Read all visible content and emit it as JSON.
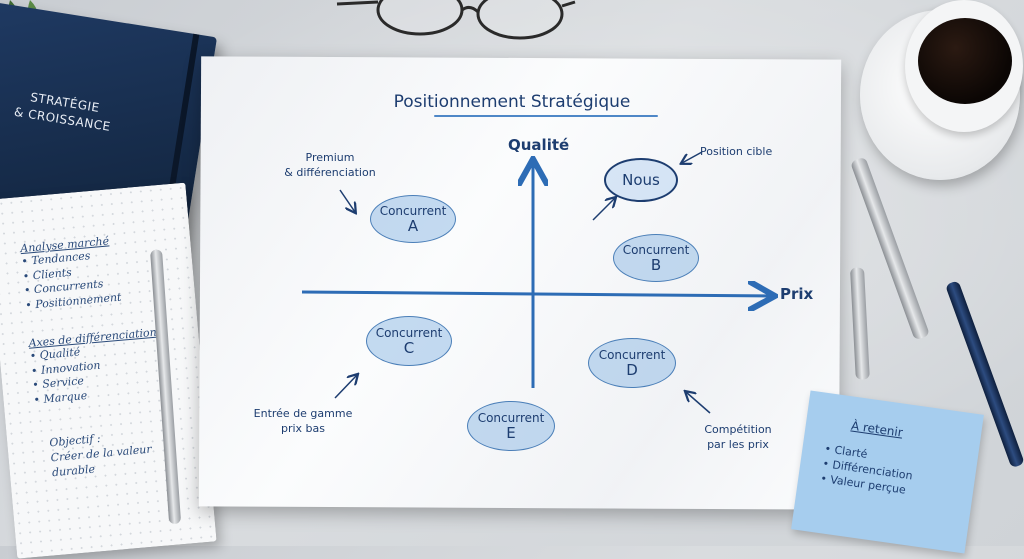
{
  "book": {
    "title_line1": "STRATÉGIE",
    "title_line2": "& CROISSANCE"
  },
  "notebook": {
    "section1_title": "Analyse marché",
    "section1_items": [
      "Tendances",
      "Clients",
      "Concurrents",
      "Positionnement"
    ],
    "section2_title": "Axes de différenciation",
    "section2_items": [
      "Qualité",
      "Innovation",
      "Service",
      "Marque"
    ],
    "objective_label": "Objectif :",
    "objective_line1": "Créer de la valeur",
    "objective_line2": "durable"
  },
  "diagram": {
    "title": "Positionnement Stratégique",
    "y_axis_label": "Qualité",
    "x_axis_label": "Prix",
    "bubbles": {
      "nous": "Nous",
      "a": {
        "name": "Concurrent",
        "letter": "A"
      },
      "b": {
        "name": "Concurrent",
        "letter": "B"
      },
      "c": {
        "name": "Concurrent",
        "letter": "C"
      },
      "d": {
        "name": "Concurrent",
        "letter": "D"
      },
      "e": {
        "name": "Concurrent",
        "letter": "E"
      }
    },
    "notes": {
      "premium_line1": "Premium",
      "premium_line2": "& différenciation",
      "target": "Position cible",
      "entry_line1": "Entrée de gamme",
      "entry_line2": "prix bas",
      "price_comp_line1": "Compétition",
      "price_comp_line2": "par les prix"
    }
  },
  "sticky": {
    "title": "À retenir",
    "items": [
      "Clarté",
      "Différenciation",
      "Valeur perçue"
    ]
  },
  "colors": {
    "ink": "#1d3d70",
    "axis": "#2d6cb5",
    "bubble_fill": "#a9c8ea",
    "sticky": "#a6cdee"
  },
  "icons": [
    "glasses-icon",
    "coffee-cup-icon",
    "plant-icon",
    "pen-icon"
  ]
}
